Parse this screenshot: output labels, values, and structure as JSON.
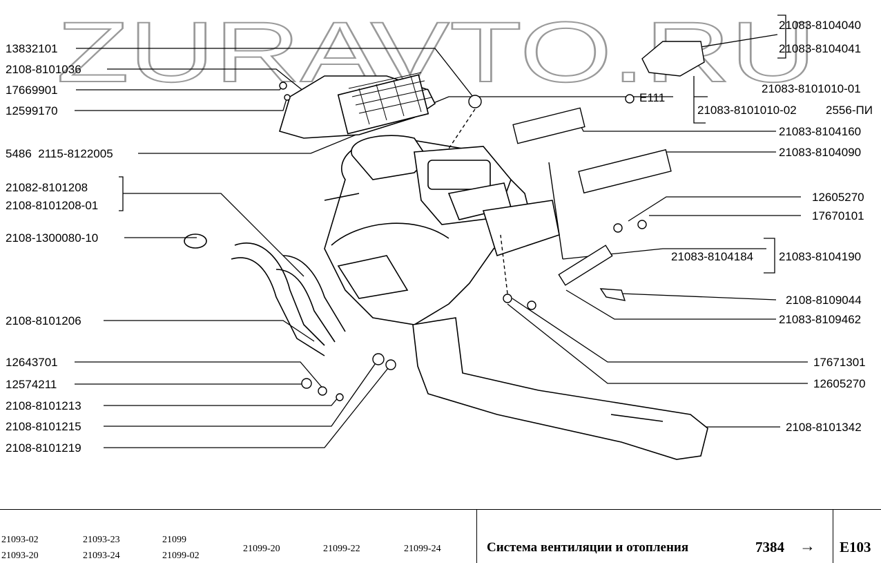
{
  "watermark": "ZURAVTO.RU",
  "labels": {
    "l_13832101": "13832101",
    "l_2108_8101036": "2108-8101036",
    "l_17669901": "17669901",
    "l_12599170": "12599170",
    "l_5486": "5486  2115-8122005",
    "l_21082_8101208": "21082-8101208",
    "l_2108_8101208_01": "2108-8101208-01",
    "l_2108_1300080_10": "2108-1300080-10",
    "l_2108_8101206": "2108-8101206",
    "l_12643701": "12643701",
    "l_12574211": "12574211",
    "l_2108_8101213": "2108-8101213",
    "l_2108_8101215": "2108-8101215",
    "l_2108_8101219": "2108-8101219",
    "r_21083_8104040": "21083-8104040",
    "r_21083_8104041": "21083-8104041",
    "r_21083_8101010_01": "21083-8101010-01",
    "r_21083_8101010_02": "21083-8101010-02",
    "r_2556_pi": "2556-ПИ",
    "r_21083_8104160": "21083-8104160",
    "r_21083_8104090": "21083-8104090",
    "r_12605270_a": "12605270",
    "r_17670101": "17670101",
    "r_21083_8104184": "21083-8104184",
    "r_21083_8104190": "21083-8104190",
    "r_2108_8109044": "2108-8109044",
    "r_21083_8109462": "21083-8109462",
    "r_17671301": "17671301",
    "r_12605270_b": "12605270",
    "r_2108_8101342": "2108-8101342",
    "e111": "E111"
  },
  "footer": {
    "models": [
      "21093-02",
      "21093-20",
      "21093-23",
      "21093-24",
      "21099",
      "21099-02",
      "21099-20",
      "21099-22",
      "21099-24"
    ],
    "title": "Система вентиляции и отопления",
    "number": "7384",
    "arrow": "→",
    "code": "E103"
  }
}
